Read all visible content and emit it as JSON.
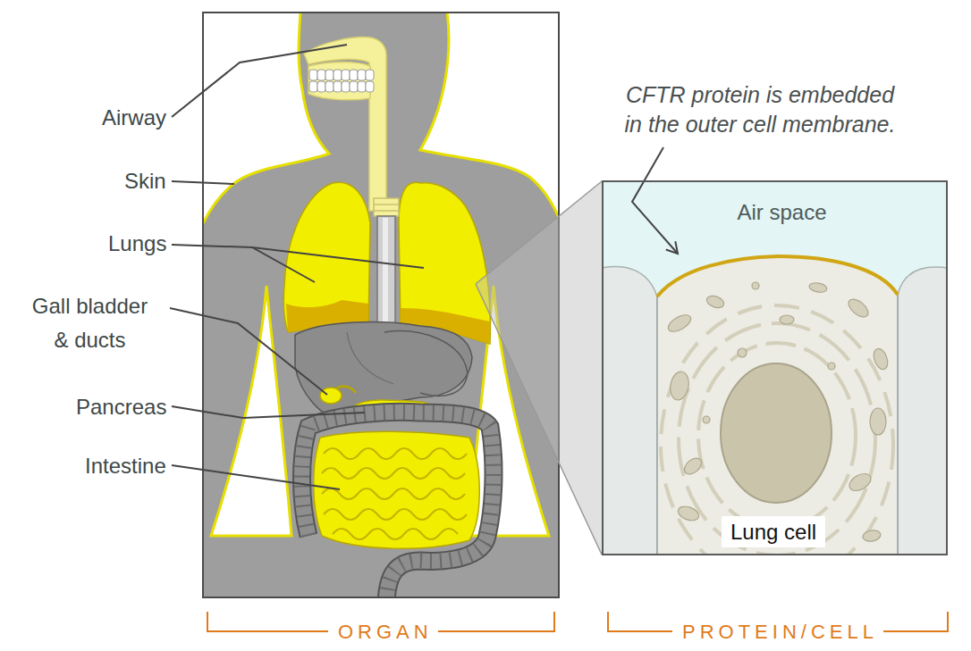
{
  "diagram": {
    "nodes": [
      {
        "text": [
          "Air space"
        ]
      },
      {
        "text": [
          "Lung cell"
        ],
        "in": 0
      }
    ],
    "labels": [
      "Airway",
      "Skin",
      "Lungs",
      "Gall bladder & ducts",
      "Pancreas",
      "Intestine",
      "CFTR protein is embedded in the outer cell membrane.",
      "ORGAN",
      "PROTEIN/CELL"
    ]
  }
}
